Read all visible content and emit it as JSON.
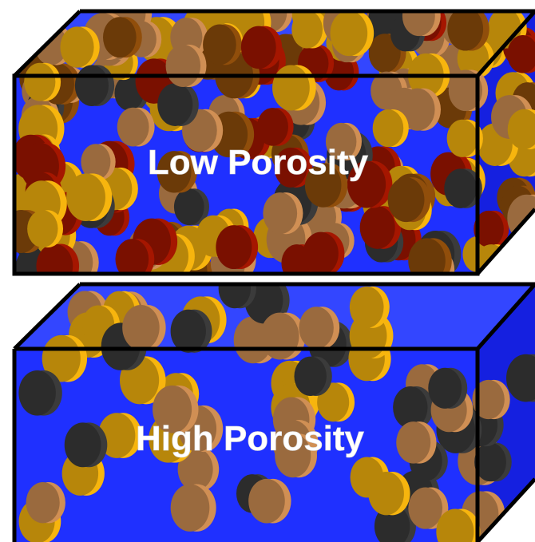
{
  "diagram": {
    "boxes": [
      {
        "id": "low",
        "label": "Low Porosity"
      },
      {
        "id": "high",
        "label": "High Porosity"
      }
    ]
  },
  "colors": {
    "water": "#1f30ff",
    "water_side": "#1520e0",
    "water_top": "#3346ff",
    "edge": "#000000",
    "tan": "#9a6a3e",
    "gold": "#b7860a",
    "brown": "#6b3a08",
    "dark": "#2c2c2c",
    "red": "#7a1000"
  }
}
